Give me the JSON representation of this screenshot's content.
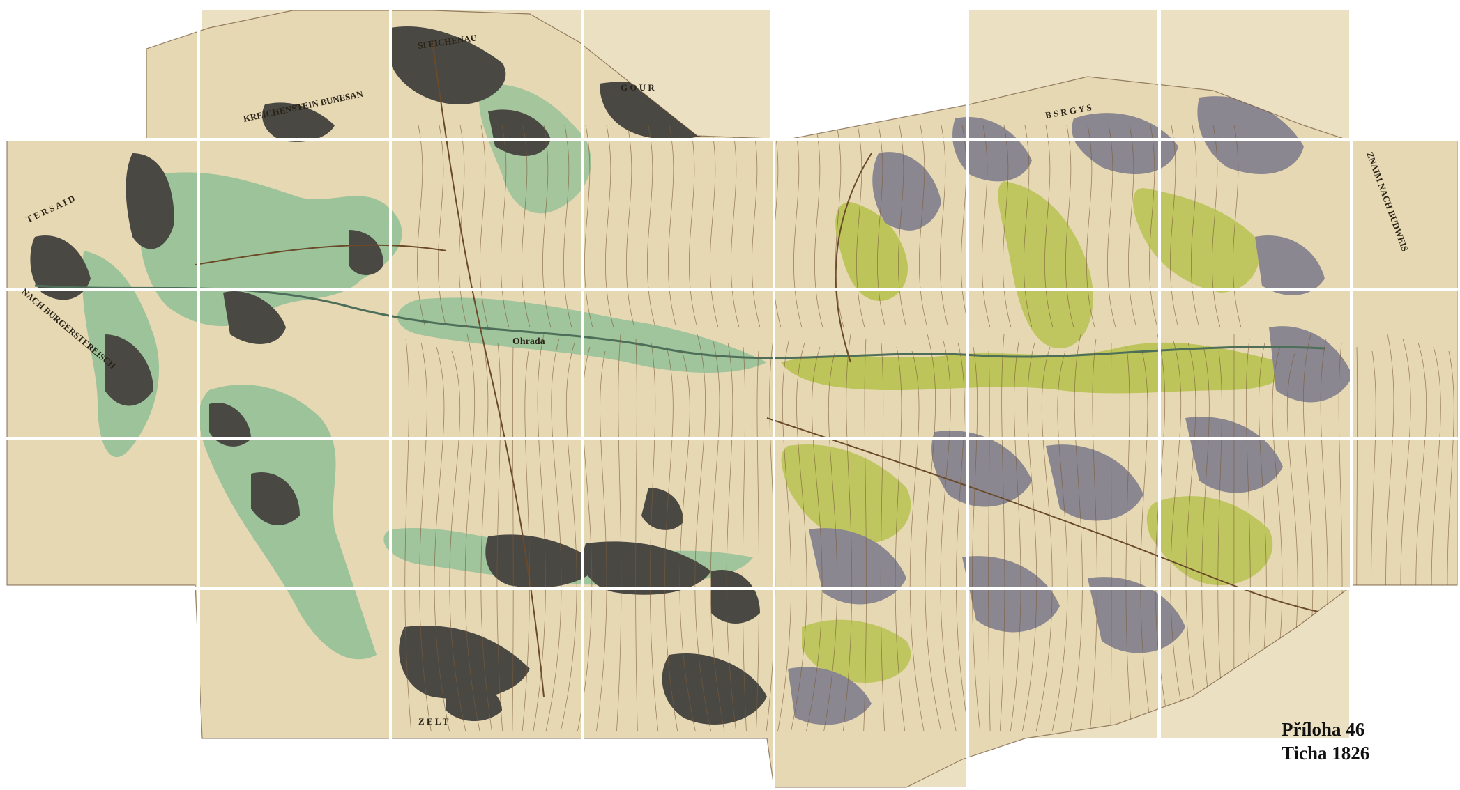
{
  "map": {
    "caption_line1": "Příloha 46",
    "caption_line2": "Ticha 1826",
    "town_label": "Ohrada",
    "colors": {
      "paper": "#ece0c2",
      "paper_dark": "#d9c9a2",
      "forest_dark": "#4a4843",
      "forest_grey": "#8a8790",
      "meadow_green": "#8fbf95",
      "meadow_yellow": "#b5c24a",
      "boundary": "#5a3c22",
      "road": "#6b4a2a"
    },
    "border_text": [
      {
        "name": "border-text-north-left",
        "text": "KREICHENSTEIN BUNESAN"
      },
      {
        "name": "border-text-north-mid",
        "text": "SFEICHENAU"
      },
      {
        "name": "border-text-north-right",
        "text": "G O U R"
      },
      {
        "name": "border-text-north-far-right",
        "text": "B S R G Y S"
      },
      {
        "name": "border-text-west",
        "text": "T E R S A I D"
      },
      {
        "name": "border-text-southwest",
        "text": "NACH BURGERSTEREISCH"
      },
      {
        "name": "border-text-south",
        "text": "Z E L T"
      },
      {
        "name": "border-text-east",
        "text": "ZNAIM NACH BUDWEIS"
      }
    ]
  }
}
